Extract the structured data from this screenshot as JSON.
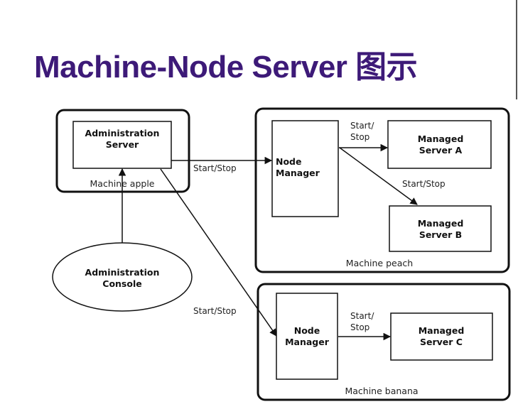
{
  "title": "Machine-Node Server 图示",
  "colors": {
    "title": "#3d1a78",
    "stroke": "#111111",
    "background": "#ffffff"
  },
  "diagram": {
    "machine_apple": {
      "label": "Machine apple",
      "admin_server_line1": "Administration",
      "admin_server_line2": "Server"
    },
    "admin_console": {
      "line1": "Administration",
      "line2": "Console"
    },
    "machine_peach": {
      "label": "Machine peach",
      "node_manager_line1": "Node",
      "node_manager_line2": "Manager",
      "server_a_line1": "Managed",
      "server_a_line2": "Server A",
      "server_b_line1": "Managed",
      "server_b_line2": "Server B"
    },
    "machine_banana": {
      "label": "Machine banana",
      "node_manager_line1": "Node",
      "node_manager_line2": "Manager",
      "server_c_line1": "Managed",
      "server_c_line2": "Server C"
    },
    "edges": {
      "admin_to_peach": "Start/Stop",
      "admin_to_banana": "Start/Stop",
      "peach_nm_to_a_line1": "Start/",
      "peach_nm_to_a_line2": "Stop",
      "peach_nm_to_b": "Start/Stop",
      "banana_nm_to_c_line1": "Start/",
      "banana_nm_to_c_line2": "Stop"
    }
  }
}
